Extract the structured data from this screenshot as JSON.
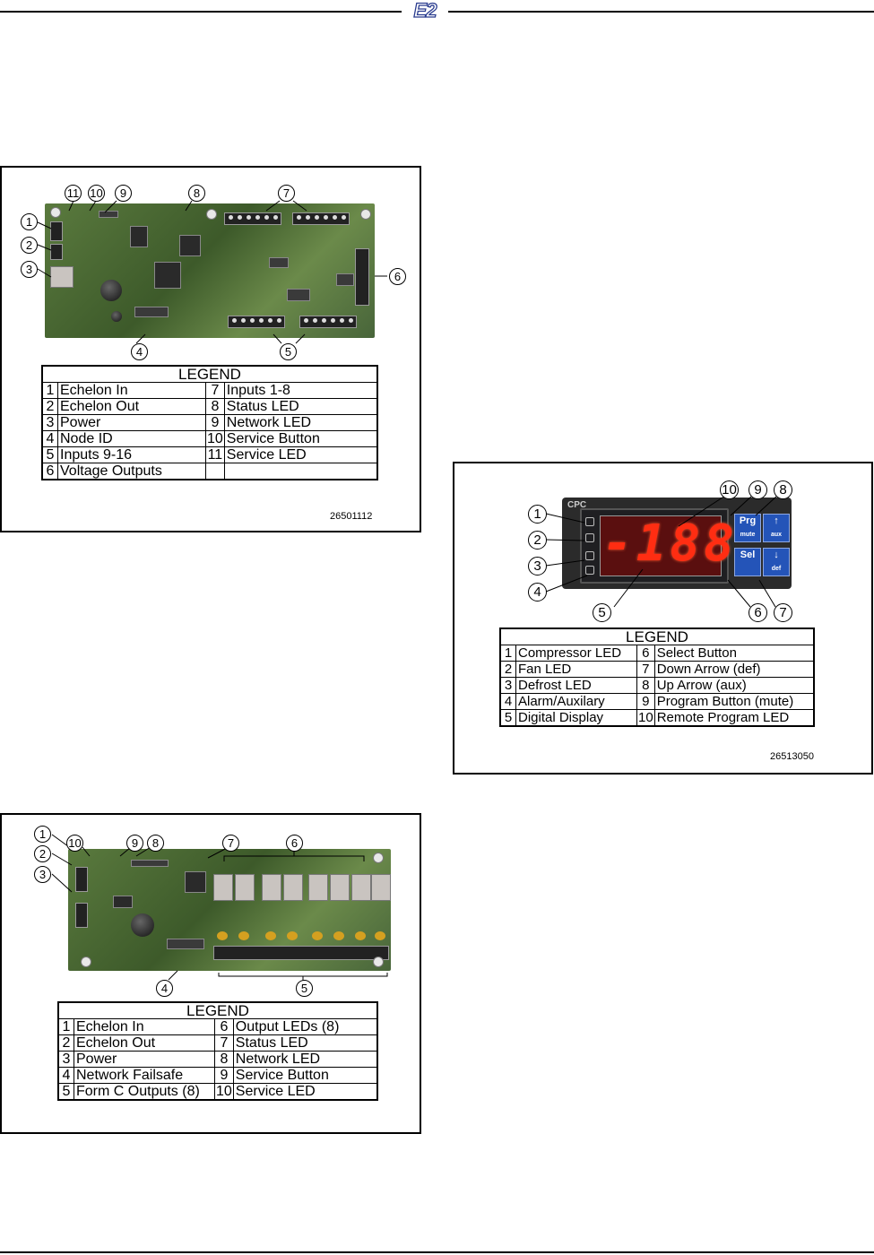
{
  "header": {
    "logo_text": "E2"
  },
  "figures": [
    {
      "callouts": [
        "1",
        "2",
        "3",
        "4",
        "5",
        "6",
        "7",
        "8",
        "9",
        "10",
        "11"
      ],
      "legend": {
        "title": "LEGEND",
        "rows": [
          {
            "n1": "1",
            "l1": "Echelon In",
            "n2": "7",
            "l2": "Inputs 1-8"
          },
          {
            "n1": "2",
            "l1": "Echelon Out",
            "n2": "8",
            "l2": "Status LED"
          },
          {
            "n1": "3",
            "l1": "Power",
            "n2": "9",
            "l2": "Network LED"
          },
          {
            "n1": "4",
            "l1": "Node ID",
            "n2": "10",
            "l2": "Service Button"
          },
          {
            "n1": "5",
            "l1": "Inputs 9-16",
            "n2": "11",
            "l2": "Service LED"
          },
          {
            "n1": "6",
            "l1": "Voltage Outputs",
            "n2": "",
            "l2": ""
          }
        ]
      },
      "part_number": "26501112"
    },
    {
      "callouts": [
        "1",
        "2",
        "3",
        "4",
        "5",
        "6",
        "7",
        "8",
        "9",
        "10"
      ],
      "display_text": "-188",
      "brand_text": "CPC",
      "buttons": {
        "prg": "Prg",
        "prg_sub": "mute",
        "up_sub": "aux",
        "sel": "Sel",
        "down_sub": "def"
      },
      "legend": {
        "title": "LEGEND",
        "rows": [
          {
            "n1": "1",
            "l1": "Compressor LED",
            "n2": "6",
            "l2": "Select Button"
          },
          {
            "n1": "2",
            "l1": "Fan LED",
            "n2": "7",
            "l2": "Down Arrow (def)"
          },
          {
            "n1": "3",
            "l1": "Defrost LED",
            "n2": "8",
            "l2": "Up Arrow (aux)"
          },
          {
            "n1": "4",
            "l1": "Alarm/Auxilary",
            "n2": "9",
            "l2": "Program Button (mute)"
          },
          {
            "n1": "5",
            "l1": "Digital Display",
            "n2": "10",
            "l2": "Remote Program LED"
          }
        ]
      },
      "part_number": "26513050"
    },
    {
      "callouts": [
        "1",
        "2",
        "3",
        "4",
        "5",
        "6",
        "7",
        "8",
        "9",
        "10"
      ],
      "legend": {
        "title": "LEGEND",
        "rows": [
          {
            "n1": "1",
            "l1": "Echelon In",
            "n2": "6",
            "l2": "Output LEDs (8)"
          },
          {
            "n1": "2",
            "l1": "Echelon Out",
            "n2": "7",
            "l2": "Status LED"
          },
          {
            "n1": "3",
            "l1": "Power",
            "n2": "8",
            "l2": "Network LED"
          },
          {
            "n1": "4",
            "l1": "Network Failsafe",
            "n2": "9",
            "l2": "Service Button"
          },
          {
            "n1": "5",
            "l1": "Form C Outputs (8)",
            "n2": "10",
            "l2": "Service LED"
          }
        ]
      }
    }
  ],
  "colors": {
    "logo_blue": "#2a3c8f",
    "display_red": "#ff2d12",
    "button_blue": "#2454b8",
    "board_green": "#4f6e38"
  }
}
